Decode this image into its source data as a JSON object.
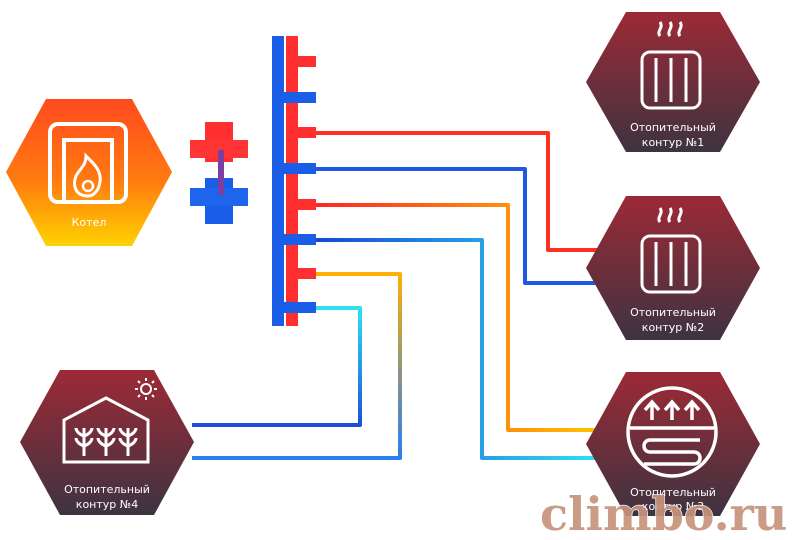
{
  "nodes": {
    "boiler": {
      "label": "Котел"
    },
    "circuit1": {
      "label_line1": "Отопительный",
      "label_line2": "контур  №1"
    },
    "circuit2": {
      "label_line1": "Отопительный",
      "label_line2": "контур  №2"
    },
    "circuit3": {
      "label_line1": "Отопительный",
      "label_line2": "контур  №3"
    },
    "circuit4": {
      "label_line1": "Отопительный",
      "label_line2": "контур  №4"
    }
  },
  "watermark": "climbo.ru",
  "colors": {
    "hot": "#ff2a2a",
    "warm": "#ffb400",
    "cold": "#1a4fd8",
    "cool": "#29d8f0",
    "hex_dark": "#4a3340",
    "hex_red": "#8c2f3a",
    "boiler_top": "#ff3b1f",
    "boiler_bottom": "#ffd000"
  },
  "icons": {
    "boiler": "boiler-flame-icon",
    "circuit1": "radiator-icon",
    "circuit2": "radiator-icon",
    "circuit3": "underfloor-heating-icon",
    "circuit4": "greenhouse-icon",
    "sun": "sun-icon"
  }
}
